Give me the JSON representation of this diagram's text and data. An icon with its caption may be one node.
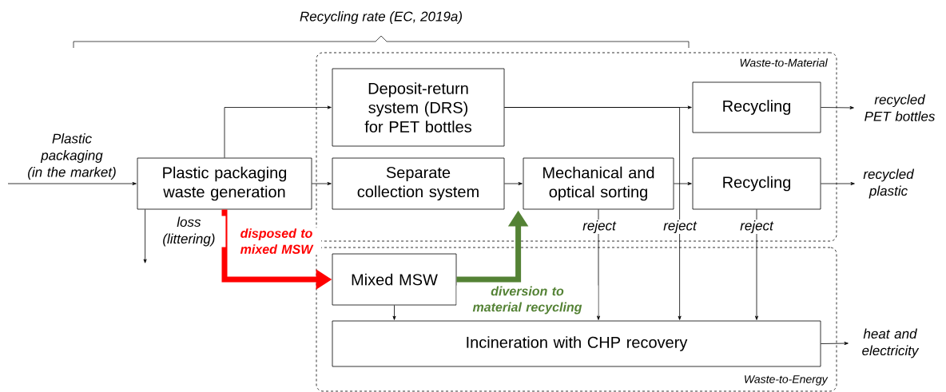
{
  "diagram": {
    "nodes": [
      {
        "text": [
          "Waste-to-Material"
        ]
      },
      {
        "text": [
          "Plastic packaging waste generation"
        ]
      },
      {
        "text": [
          "Deposit-return system (DRS) for PET bottles"
        ],
        "in": 0
      },
      {
        "text": [
          "Separate collection system"
        ],
        "in": 0
      },
      {
        "text": [
          "Mechanical and optical sorting"
        ],
        "in": 0
      },
      {
        "text": [
          "Recycling"
        ],
        "in": 0
      },
      {
        "text": [
          "Recycling"
        ],
        "in": 0
      },
      {
        "text": [
          "recycled PET bottles"
        ]
      },
      {
        "text": [
          "recycled plastic"
        ]
      },
      {
        "text": [
          "Waste-to-Energy"
        ]
      },
      {
        "text": [
          "Mixed MSW"
        ],
        "in": 9
      },
      {
        "text": [
          "Incineration with CHP recovery"
        ],
        "in": 9
      },
      {
        "text": [
          "heat and electricity"
        ]
      }
    ],
    "edges": [
      {
        "from": null,
        "to": 1,
        "arrow": "to",
        "label": "Plastic packaging (in the market)"
      },
      {
        "from": 1,
        "to": 2,
        "arrow": "to"
      },
      {
        "from": 1,
        "to": 3,
        "arrow": "to"
      },
      {
        "from": 3,
        "to": 4,
        "arrow": "to"
      },
      {
        "from": 4,
        "to": 6,
        "arrow": "to"
      },
      {
        "from": 2,
        "to": 5,
        "arrow": "to"
      },
      {
        "from": 5,
        "to": 7,
        "arrow": "to"
      },
      {
        "from": 6,
        "to": 8,
        "arrow": "to"
      },
      {
        "from": 1,
        "to": null,
        "arrow": "to",
        "label": "loss (littering)"
      },
      {
        "from": 1,
        "to": 10,
        "arrow": "to",
        "label": "disposed to mixed MSW",
        "style": "thick",
        "color": "#ff0000"
      },
      {
        "from": 10,
        "to": 4,
        "arrow": "to",
        "label": "diversion to material recycling",
        "style": "thick",
        "color": "#548235"
      },
      {
        "from": 10,
        "to": 11,
        "arrow": "to"
      },
      {
        "from": 4,
        "to": 11,
        "arrow": "to",
        "label": "reject"
      },
      {
        "from": 2,
        "to": 11,
        "arrow": "to",
        "label": "reject"
      },
      {
        "from": 6,
        "to": 11,
        "arrow": "to",
        "label": "reject"
      },
      {
        "from": 11,
        "to": 12,
        "arrow": "to"
      }
    ],
    "labels": [
      "Recycling rate (EC, 2019a)"
    ]
  }
}
